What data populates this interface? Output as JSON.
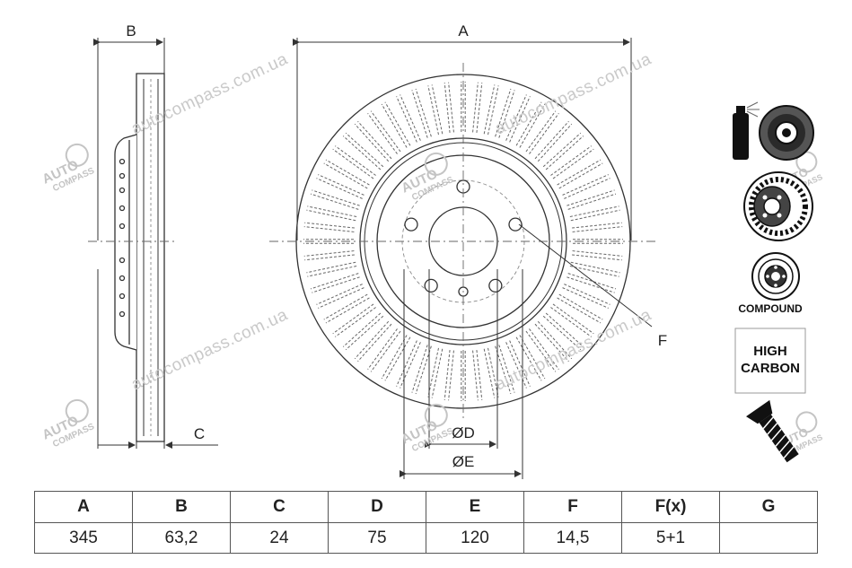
{
  "dimension_letters": {
    "a": "A",
    "b": "B",
    "c": "C",
    "d": "ØD",
    "e": "ØE",
    "f": "F"
  },
  "watermarks": {
    "site": "autocompass.com.ua",
    "logo_top": "AUTO",
    "logo_bottom": "COMPASS"
  },
  "badges": {
    "compound": "COMPOUND",
    "high_carbon_line1": "HIGH",
    "high_carbon_line2": "CARBON"
  },
  "icons": [
    "coating-spray-icon",
    "vented-disc-icon",
    "compound-disc-icon",
    "high-carbon-badge",
    "wheel-bolt-icon"
  ],
  "table": {
    "headers": [
      "A",
      "B",
      "C",
      "D",
      "E",
      "F",
      "F(x)",
      "G"
    ],
    "values": [
      "345",
      "63,2",
      "24",
      "75",
      "120",
      "14,5",
      "5+1",
      ""
    ]
  }
}
